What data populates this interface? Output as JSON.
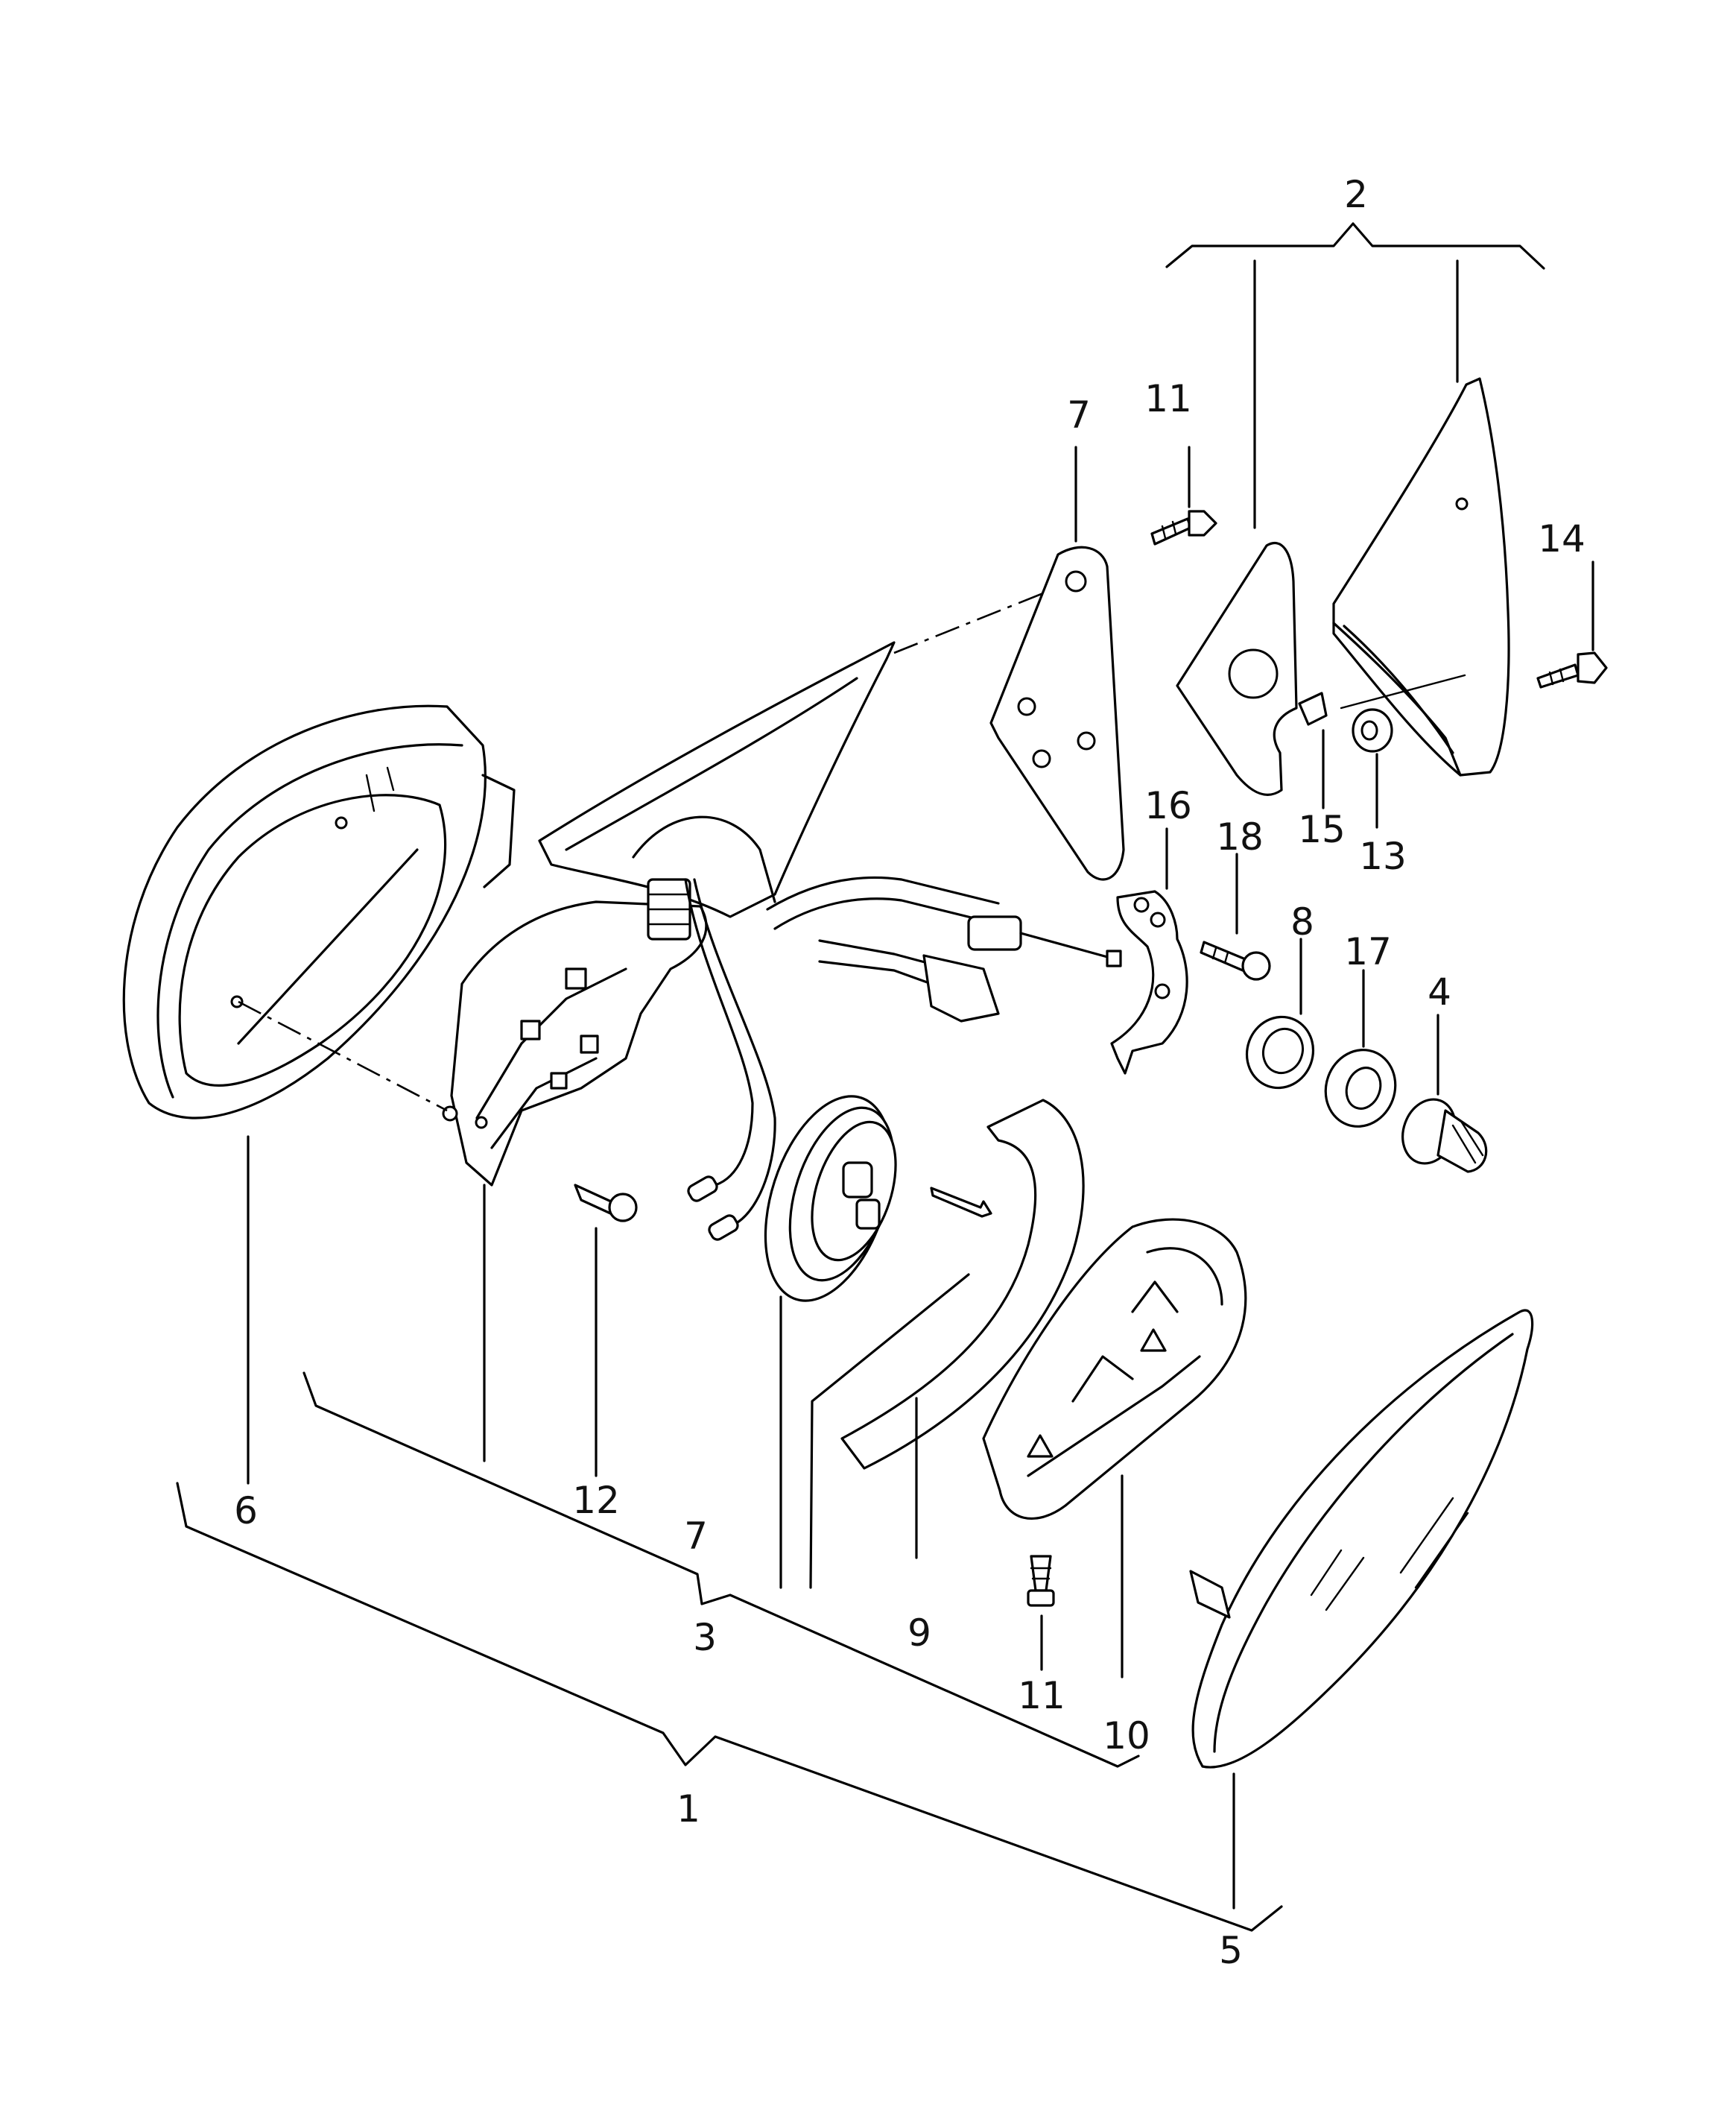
{
  "callouts": [
    {
      "id": "c1",
      "label": "1"
    },
    {
      "id": "c2",
      "label": "2"
    },
    {
      "id": "c3",
      "label": "3"
    },
    {
      "id": "c4",
      "label": "4"
    },
    {
      "id": "c5",
      "label": "5"
    },
    {
      "id": "c6",
      "label": "6"
    },
    {
      "id": "c7a",
      "label": "7"
    },
    {
      "id": "c7b",
      "label": "7"
    },
    {
      "id": "c8",
      "label": "8"
    },
    {
      "id": "c9",
      "label": "9"
    },
    {
      "id": "c10",
      "label": "10"
    },
    {
      "id": "c11a",
      "label": "11"
    },
    {
      "id": "c11b",
      "label": "11"
    },
    {
      "id": "c12",
      "label": "12"
    },
    {
      "id": "c13",
      "label": "13"
    },
    {
      "id": "c14",
      "label": "14"
    },
    {
      "id": "c15",
      "label": "15"
    },
    {
      "id": "c16",
      "label": "16"
    },
    {
      "id": "c17",
      "label": "17"
    },
    {
      "id": "c18",
      "label": "18"
    }
  ]
}
